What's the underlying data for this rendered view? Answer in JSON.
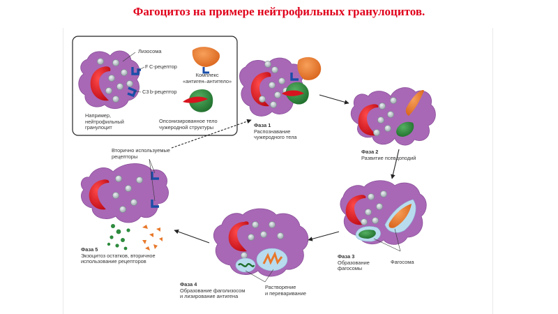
{
  "title": "Фагоцитоз на примере нейтрофильных гранулоцитов.",
  "legend": {
    "lysosome": "Лизосома",
    "fc_receptor": "F C-рецептор",
    "complex": [
      "Комплекс",
      "«антиген–антитело»"
    ],
    "c3_receptor": "C3 b-рецептор",
    "neutrophil": [
      "Например,",
      "нейтрофильный",
      "гранулоцит"
    ],
    "opsonized": [
      "Опсонизированное тело",
      "чужеродной структуры"
    ]
  },
  "phases": [
    {
      "name": "Фаза 1",
      "desc": [
        "Распознавание",
        "чужеродного тела"
      ]
    },
    {
      "name": "Фаза 2",
      "desc": [
        "Развитие псевдоподий"
      ]
    },
    {
      "name": "Фаза 3",
      "desc": [
        "Образование",
        "фагосомы"
      ]
    },
    {
      "name": "Фаза 4",
      "desc": [
        "Образование фаголизосом",
        "и лизирование антигена"
      ]
    },
    {
      "name": "Фаза 5",
      "desc": [
        "Экзоцитоз остатков, вторичное",
        "использование рецепторов"
      ]
    }
  ],
  "annotations": {
    "phagosome": "Фагосома",
    "secondary_receptors": [
      "Вторично используемые",
      "рецепторы"
    ],
    "dissolution": [
      "Растворение",
      "и переваривание"
    ]
  },
  "colors": {
    "cell": "#a868b6",
    "cell_outline": "#8a4f99",
    "nucleus": "#d8141f",
    "granule": "#bfc7cc",
    "receptor": "#1a4ea8",
    "complex": "#e8782a",
    "opsonized": "#2e8b3e",
    "phagosome": "#b8dcee",
    "title": "#e0001b"
  }
}
